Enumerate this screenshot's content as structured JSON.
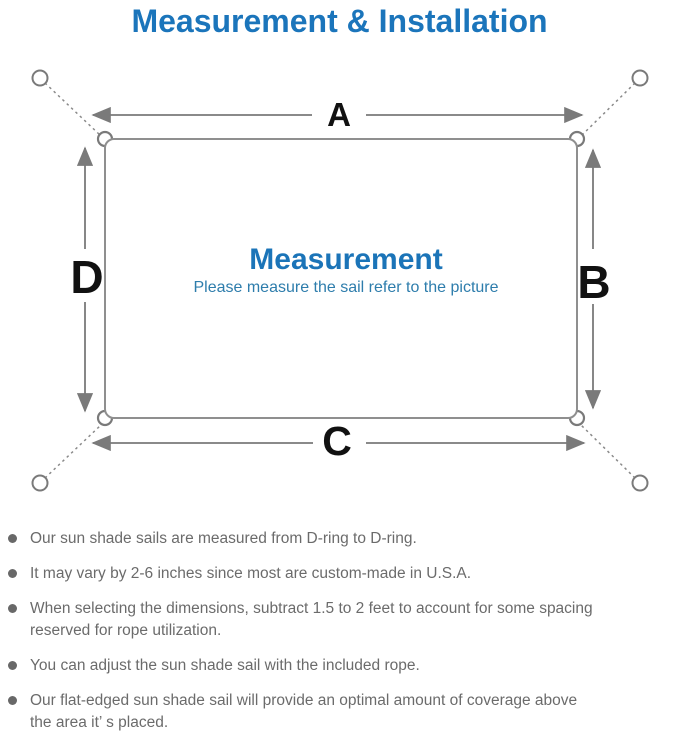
{
  "title": "Measurement & Installation",
  "diagram": {
    "labels": {
      "top": "A",
      "right": "B",
      "bottom": "C",
      "left": "D"
    },
    "center_heading": "Measurement",
    "center_subtitle": "Please measure the sail refer to the picture"
  },
  "bullets": [
    "Our sun shade sails are measured from D-ring to D-ring.",
    "It may vary by 2-6 inches since most are custom-made in U.S.A.",
    "When selecting the dimensions, subtract 1.5 to 2 feet to account for some spacing\nreserved for rope utilization.",
    "You can adjust the sun shade sail with the included rope.",
    "Our flat-edged sun shade sail will provide an optimal amount of coverage above\nthe area it’ s placed."
  ],
  "colors": {
    "heading_blue": "#1b74b8",
    "subtitle_blue": "#2e7dac",
    "line_gray": "#7a7a7a",
    "text_gray": "#6b6b6b",
    "label_black": "#111111"
  }
}
